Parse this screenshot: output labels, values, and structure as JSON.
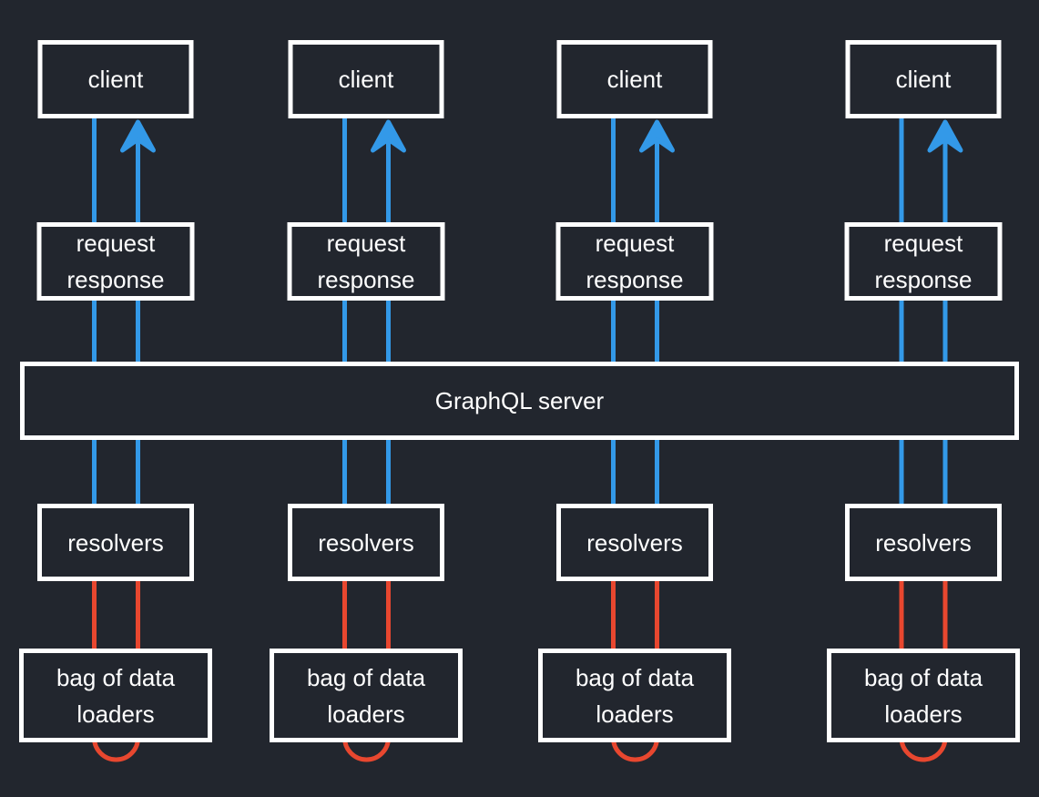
{
  "colors": {
    "background": "#22262e",
    "box_border": "#ffffff",
    "text": "#ffffff",
    "request_flow": "#3399e8",
    "loader_flow": "#e8472f"
  },
  "server": {
    "label": "GraphQL server"
  },
  "icons": {
    "arrow": "up-arrow-icon"
  },
  "columns": [
    {
      "client_label": "client",
      "request_label": "request",
      "response_label": "response",
      "resolvers_label": "resolvers",
      "bag_line1": "bag of data",
      "bag_line2": "loaders"
    },
    {
      "client_label": "client",
      "request_label": "request",
      "response_label": "response",
      "resolvers_label": "resolvers",
      "bag_line1": "bag of data",
      "bag_line2": "loaders"
    },
    {
      "client_label": "client",
      "request_label": "request",
      "response_label": "response",
      "resolvers_label": "resolvers",
      "bag_line1": "bag of data",
      "bag_line2": "loaders"
    },
    {
      "client_label": "client",
      "request_label": "request",
      "response_label": "response",
      "resolvers_label": "resolvers",
      "bag_line1": "bag of data",
      "bag_line2": "loaders"
    }
  ]
}
